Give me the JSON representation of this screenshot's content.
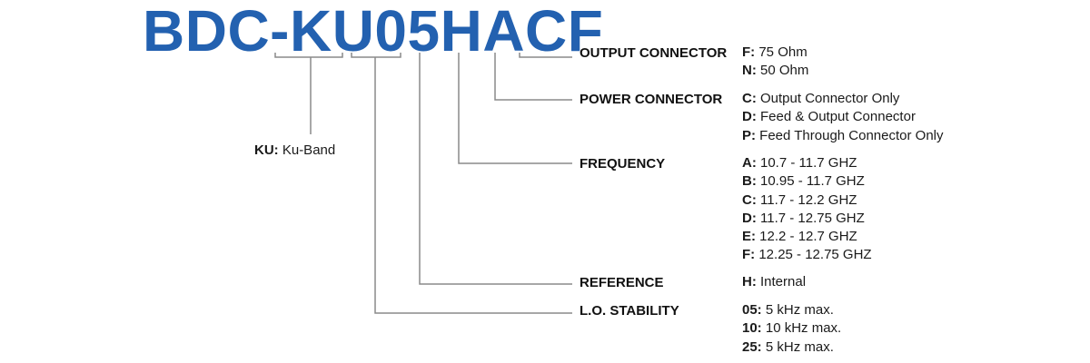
{
  "model_code": "BDC-KU05HACF",
  "band": {
    "code": "KU",
    "description": "Ku-Band"
  },
  "colors": {
    "title": "#2361b0",
    "lines": "#8a8a8a"
  },
  "sections": {
    "output_connector": {
      "label": "OUTPUT CONNECTOR",
      "options": [
        {
          "code": "F:",
          "text": "75 Ohm"
        },
        {
          "code": "N:",
          "text": "50 Ohm"
        }
      ]
    },
    "power_connector": {
      "label": "POWER CONNECTOR",
      "options": [
        {
          "code": "C:",
          "text": "Output Connector Only"
        },
        {
          "code": "D:",
          "text": "Feed & Output Connector"
        },
        {
          "code": "P:",
          "text": "Feed Through Connector Only"
        }
      ]
    },
    "frequency": {
      "label": "FREQUENCY",
      "options": [
        {
          "code": "A:",
          "text": "10.7 - 11.7 GHZ"
        },
        {
          "code": "B:",
          "text": "10.95 - 11.7 GHZ"
        },
        {
          "code": "C:",
          "text": "11.7 - 12.2 GHZ"
        },
        {
          "code": "D:",
          "text": "11.7 - 12.75 GHZ"
        },
        {
          "code": "E:",
          "text": "12.2 - 12.7 GHZ"
        },
        {
          "code": "F:",
          "text": "12.25 - 12.75 GHZ"
        }
      ]
    },
    "reference": {
      "label": "REFERENCE",
      "options": [
        {
          "code": "H:",
          "text": "Internal"
        }
      ]
    },
    "lo_stability": {
      "label": "L.O. STABILITY",
      "options": [
        {
          "code": "05:",
          "text": "5 kHz max."
        },
        {
          "code": "10:",
          "text": "10 kHz max."
        },
        {
          "code": "25:",
          "text": "5 kHz max."
        }
      ]
    }
  }
}
